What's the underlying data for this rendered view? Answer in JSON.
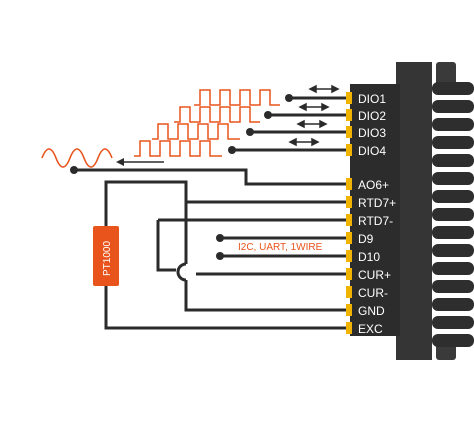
{
  "connector": {
    "pins": [
      "DIO1",
      "DIO2",
      "DIO3",
      "DIO4",
      "AO6+",
      "RTD7+",
      "RTD7-",
      "D9",
      "D10",
      "CUR+",
      "CUR-",
      "GND",
      "EXC"
    ]
  },
  "sensor": {
    "label": "PT1000"
  },
  "bus": {
    "label": "I2C, UART, 1WIRE"
  },
  "colors": {
    "wire": "#2b2b2b",
    "accent": "#e8541c",
    "connector": "#3a3a3a",
    "pin": "#f0b400",
    "label_bg": "#2c2c2c"
  },
  "icons": [
    "bidirectional-arrow-icon",
    "output-arrow-icon",
    "sine-wave-icon",
    "square-wave-icon"
  ]
}
